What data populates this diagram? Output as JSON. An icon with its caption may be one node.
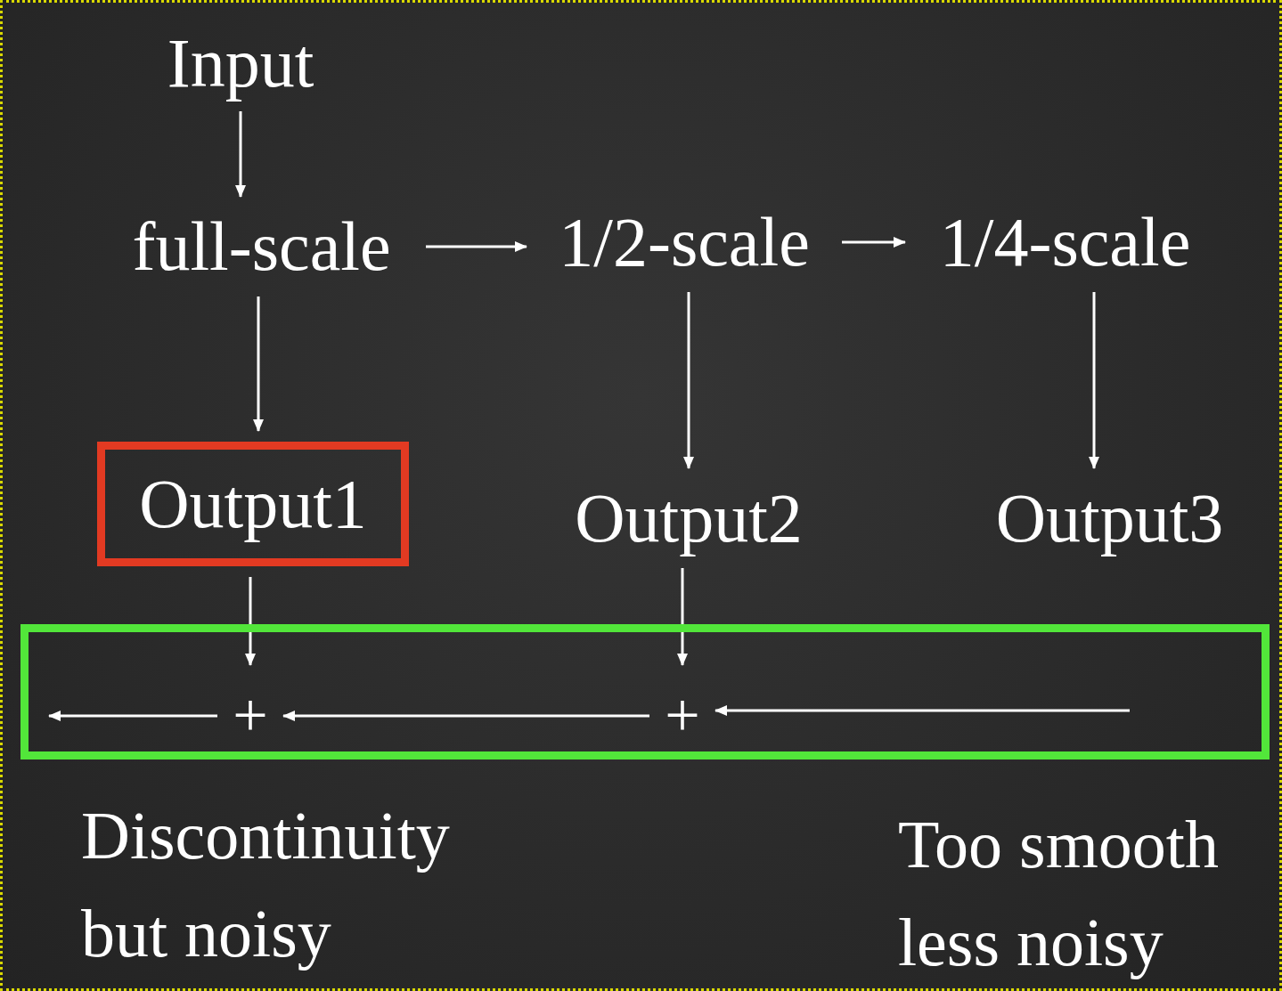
{
  "diagram": {
    "nodes": [
      {
        "text": [
          "Input"
        ]
      },
      {
        "text": [
          "full-scale"
        ]
      },
      {
        "text": [
          "1/2-scale"
        ]
      },
      {
        "text": [
          "1/4-scale"
        ]
      },
      {
        "text": [
          "Output1"
        ]
      },
      {
        "text": [
          "Output2"
        ]
      },
      {
        "text": [
          "Output3"
        ]
      },
      {
        "text": [],
        "shape": "box"
      },
      {
        "text": [
          "+"
        ],
        "in": 7
      },
      {
        "text": [
          "+"
        ],
        "in": 7
      }
    ],
    "edges": [
      {
        "from": 0,
        "to": 1,
        "arrow": "to"
      },
      {
        "from": 1,
        "to": 2,
        "arrow": "to"
      },
      {
        "from": 2,
        "to": 3,
        "arrow": "to"
      },
      {
        "from": 1,
        "to": 4,
        "arrow": "to"
      },
      {
        "from": 2,
        "to": 5,
        "arrow": "to"
      },
      {
        "from": 3,
        "to": 6,
        "arrow": "to"
      },
      {
        "from": 4,
        "to": 8,
        "arrow": "to"
      },
      {
        "from": 5,
        "to": 9,
        "arrow": "to"
      },
      {
        "from": 9,
        "to": 8,
        "arrow": "to"
      },
      {
        "from": null,
        "to": 9,
        "arrow": "to"
      },
      {
        "from": 8,
        "to": null,
        "arrow": "to"
      }
    ],
    "labels": [
      "Discontinuity but noisy",
      "Too smooth less noisy"
    ]
  }
}
